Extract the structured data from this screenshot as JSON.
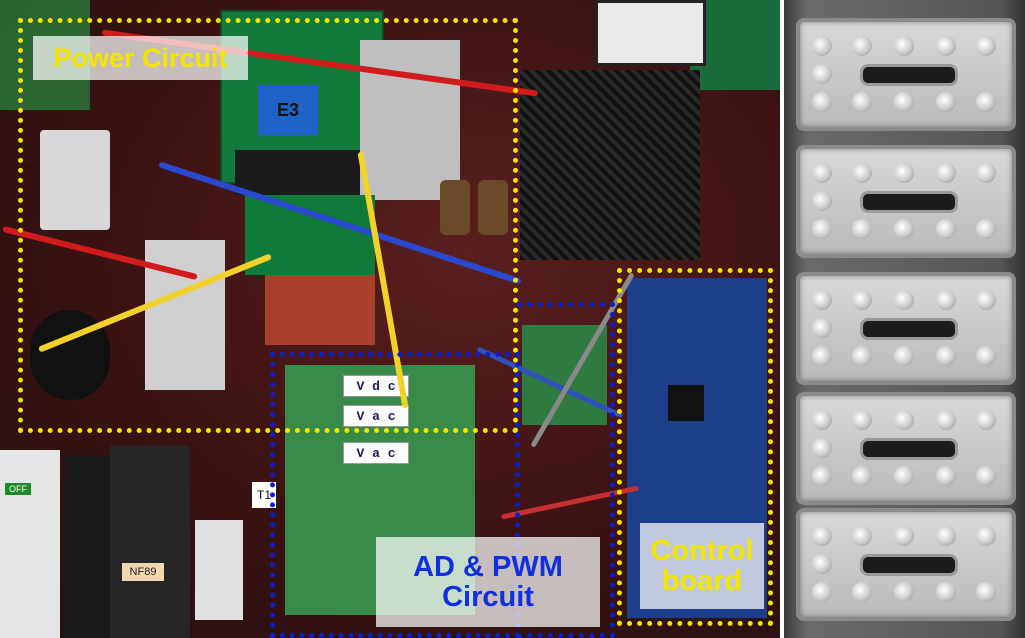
{
  "labels": {
    "power": "Power Circuit",
    "ad_pwm_line1": "AD & PWM",
    "ad_pwm_line2": "Circuit",
    "control_line1": "Control",
    "control_line2": "board"
  },
  "board_marks": {
    "vdc": "V d c",
    "vac1": "V a c",
    "vac2": "V a c",
    "e3": "E3",
    "off": "OFF",
    "nf": "NF89",
    "t1": "T1"
  },
  "colors": {
    "power_box": "#f5e600",
    "ad_box": "#0a1fd0",
    "control_box": "#f5e600",
    "power_text": "#f5e600",
    "ad_text": "#1030e0",
    "control_text": "#f5e600"
  }
}
